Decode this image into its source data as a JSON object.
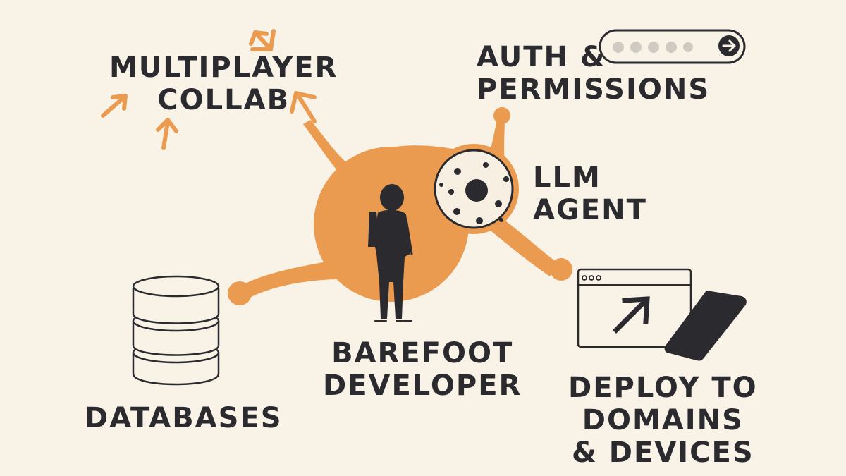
{
  "labels": {
    "multiplayer": [
      "MULTIPLAYER",
      "COLLAB"
    ],
    "auth": [
      "AUTH &",
      "PERMISSIONS"
    ],
    "llm": [
      "LLM",
      "AGENT"
    ],
    "developer": [
      "BAREFOOT",
      "DEVELOPER"
    ],
    "databases": [
      "DATABASES"
    ],
    "deploy": [
      "DEPLOY TO",
      "DOMAINS",
      "& DEVICES"
    ]
  },
  "colors": {
    "background": "#f9f3e7",
    "accent": "#eb9b4f",
    "ink": "#2b2b2f",
    "agent_fill": "#f7efe2"
  }
}
